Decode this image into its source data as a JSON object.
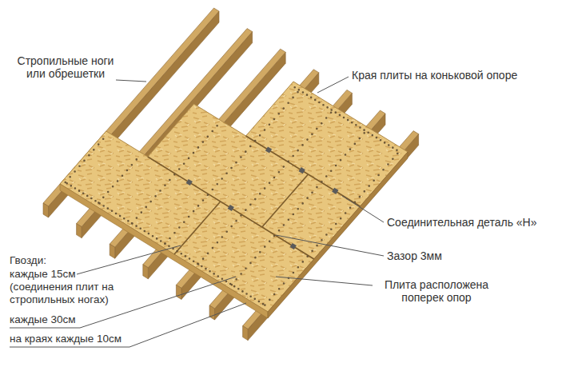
{
  "diagram": {
    "labels": [
      "Стропильные ноги или обрешетки",
      "Края плиты на коньковой опоре",
      "Соединительная деталь «Н»",
      "Зазор 3мм",
      "Плита расположена поперек опор",
      "Гвозди:",
      "каждые 15см (соединения плит на стропильных ногах)",
      "каждые 30см",
      "на краях каждые 10см"
    ]
  }
}
